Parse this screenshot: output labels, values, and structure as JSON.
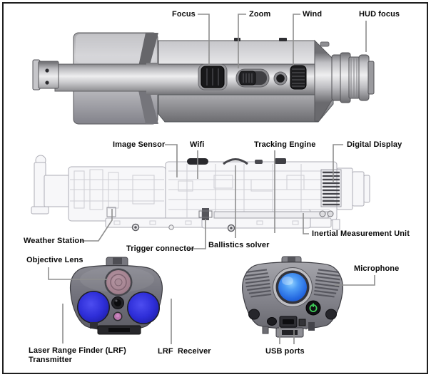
{
  "figure": {
    "type": "labeled technical diagram",
    "subject": "smart rifle scope - side view, internal x-ray view, front and rear views"
  },
  "colors": {
    "background": "#ffffff",
    "frame_border": "#1f1f1f",
    "leader_line": "#8e8e8e",
    "label_text": "#0a0a0a",
    "body_gray": "#b9b9bd",
    "dark_control": "#18181a",
    "lens_blue": "#2e2ed8",
    "eyepiece_blue": "#3a86f0",
    "objective_mauve": "#a98b97",
    "power_green": "#3fcf58"
  },
  "labels": {
    "focus": "Focus",
    "zoom": "Zoom",
    "wind": "Wind",
    "hud_focus": "HUD focus",
    "image_sensor": "Image Sensor",
    "wifi": "Wifi",
    "tracking_engine": "Tracking Engine",
    "digital_display": "Digital Display",
    "weather_station": "Weather Station",
    "trigger_connector": "Trigger connector",
    "ballistics_solver": "Ballistics solver",
    "inertial_measurement_unit": "Inertial Measurement Unit",
    "objective_lens": "Objective Lens",
    "lrf_transmitter_line1": "Laser Range Finder (LRF)",
    "lrf_transmitter_line2": "Transmitter",
    "lrf_receiver": "LRF  Receiver",
    "microphone": "Microphone",
    "usb_ports": "USB ports"
  }
}
